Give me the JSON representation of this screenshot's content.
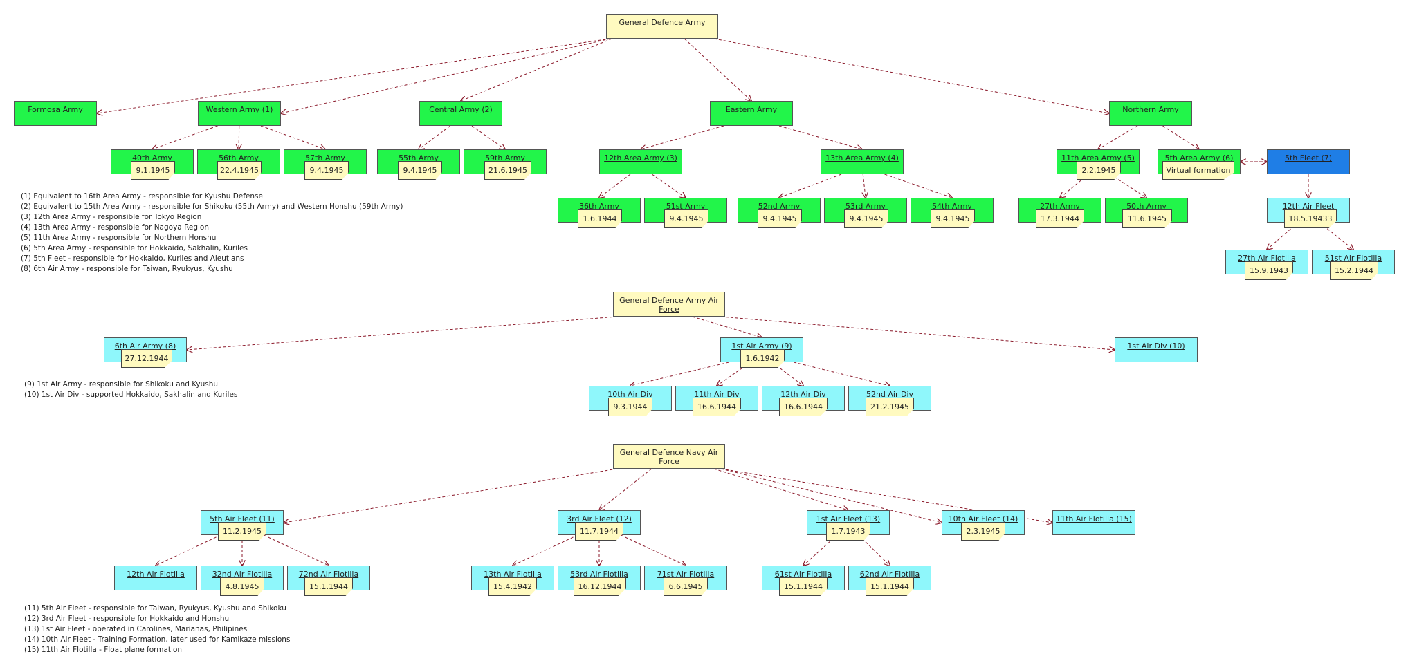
{
  "colors": {
    "army": "#22f54a",
    "air": "#8ff7fb",
    "root": "#fffac0",
    "fleet": "#1f7ee6",
    "edge": "#8b1a2b"
  },
  "nodes": {
    "gda": {
      "label": "General Defence Army"
    },
    "formosa": {
      "label": "Formosa Army"
    },
    "western": {
      "label": "Western Army (1)"
    },
    "central": {
      "label": "Central Army (2)"
    },
    "eastern": {
      "label": "Eastern Army"
    },
    "northern": {
      "label": "Northern Army"
    },
    "a40": {
      "label": "40th Army",
      "date": "9.1.1945"
    },
    "a56": {
      "label": "56th Army",
      "date": "22.4.1945"
    },
    "a57": {
      "label": "57th Army",
      "date": "9.4.1945"
    },
    "a55": {
      "label": "55th Army",
      "date": "9.4.1945"
    },
    "a59": {
      "label": "59th Army",
      "date": "21.6.1945"
    },
    "a12area": {
      "label": "12th Area Army (3)"
    },
    "a13area": {
      "label": "13th Area Army (4)"
    },
    "a11area": {
      "label": "11th Area Army (5)",
      "date": "2.2.1945"
    },
    "a5area": {
      "label": "5th Area Army (6)",
      "date": "Virtual  formation"
    },
    "fleet5": {
      "label": "5th Fleet (7)"
    },
    "a36": {
      "label": "36th Army",
      "date": "1.6.1944"
    },
    "a51": {
      "label": "51st Army",
      "date": "9.4.1945"
    },
    "a52": {
      "label": "52nd Army",
      "date": "9.4.1945"
    },
    "a53": {
      "label": "53rd Army",
      "date": "9.4.1945"
    },
    "a54": {
      "label": "54th Army",
      "date": "9.4.1945"
    },
    "a27": {
      "label": "27th Army",
      "date": "17.3.1944"
    },
    "a50": {
      "label": "50th Army",
      "date": "11.6.1945"
    },
    "af12": {
      "label": "12th Air Fleet",
      "date": "18.5.19433"
    },
    "afl27": {
      "label": "27th Air Flotilla",
      "date": "15.9.1943"
    },
    "afl51": {
      "label": "51st Air Flotilla",
      "date": "15.2.1944"
    },
    "gdaaf": {
      "label": "General Defence Army Air Force"
    },
    "aa6": {
      "label": "6th Air Army (8)",
      "date": "27.12.1944"
    },
    "aa1": {
      "label": "1st Air Army (9)",
      "date": "1.6.1942"
    },
    "ad1": {
      "label": "1st Air Div (10)"
    },
    "ad10": {
      "label": "10th Air Div",
      "date": "9.3.1944"
    },
    "ad11": {
      "label": "11th Air Div",
      "date": "16.6.1944"
    },
    "ad12": {
      "label": "12th Air Div",
      "date": "16.6.1944"
    },
    "ad52": {
      "label": "52nd Air Div",
      "date": "21.2.1945"
    },
    "gdnaf": {
      "label": "General Defence Navy Air Force"
    },
    "f5": {
      "label": "5th Air Fleet (11)",
      "date": "11.2.1945"
    },
    "f3": {
      "label": "3rd Air Fleet (12)",
      "date": "11.7.1944"
    },
    "f1": {
      "label": "1st Air Fleet (13)",
      "date": "1.7.1943"
    },
    "f10": {
      "label": "10th Air Fleet (14)",
      "date": "2.3.1945"
    },
    "fl11": {
      "label": "11th Air Flotilla (15)"
    },
    "fl12": {
      "label": "12th Air Flotilla"
    },
    "fl32": {
      "label": "32nd Air Flotilla",
      "date": "4.8.1945"
    },
    "fl72": {
      "label": "72nd Air Flotilla",
      "date": "15.1.1944"
    },
    "fl13": {
      "label": "13th Air Flotilla",
      "date": "15.4.1942"
    },
    "fl53": {
      "label": "53rd Air Flotilla",
      "date": "16.12.1944"
    },
    "fl71": {
      "label": "71st Air Flotilla",
      "date": "6.6.1945"
    },
    "fl61": {
      "label": "61st Air Flotilla",
      "date": "15.1.1944"
    },
    "fl62": {
      "label": "62nd Air Flotilla",
      "date": "15.1.1944"
    }
  },
  "edges": [
    [
      "gda",
      "formosa"
    ],
    [
      "gda",
      "western"
    ],
    [
      "gda",
      "central"
    ],
    [
      "gda",
      "eastern"
    ],
    [
      "gda",
      "northern"
    ],
    [
      "western",
      "a40"
    ],
    [
      "western",
      "a56"
    ],
    [
      "western",
      "a57"
    ],
    [
      "central",
      "a55"
    ],
    [
      "central",
      "a59"
    ],
    [
      "eastern",
      "a12area"
    ],
    [
      "eastern",
      "a13area"
    ],
    [
      "a12area",
      "a36"
    ],
    [
      "a12area",
      "a51"
    ],
    [
      "a13area",
      "a52"
    ],
    [
      "a13area",
      "a53"
    ],
    [
      "a13area",
      "a54"
    ],
    [
      "northern",
      "a11area"
    ],
    [
      "northern",
      "a5area"
    ],
    [
      "a11area",
      "a27"
    ],
    [
      "a11area",
      "a50"
    ],
    [
      "a5area",
      "fleet5"
    ],
    [
      "fleet5",
      "a5area"
    ],
    [
      "fleet5",
      "af12"
    ],
    [
      "af12",
      "afl27"
    ],
    [
      "af12",
      "afl51"
    ],
    [
      "gdaaf",
      "aa6"
    ],
    [
      "gdaaf",
      "aa1"
    ],
    [
      "gdaaf",
      "ad1"
    ],
    [
      "aa1",
      "ad10"
    ],
    [
      "aa1",
      "ad11"
    ],
    [
      "aa1",
      "ad12"
    ],
    [
      "aa1",
      "ad52"
    ],
    [
      "gdnaf",
      "f5"
    ],
    [
      "gdnaf",
      "f3"
    ],
    [
      "gdnaf",
      "f1"
    ],
    [
      "gdnaf",
      "f10"
    ],
    [
      "gdnaf",
      "fl11"
    ],
    [
      "f5",
      "fl12"
    ],
    [
      "f5",
      "fl32"
    ],
    [
      "f5",
      "fl72"
    ],
    [
      "f3",
      "fl13"
    ],
    [
      "f3",
      "fl53"
    ],
    [
      "f3",
      "fl71"
    ],
    [
      "f1",
      "fl61"
    ],
    [
      "f1",
      "fl62"
    ]
  ],
  "legend_army": [
    "(1) Equivalent to 16th Area Army - responsible for Kyushu Defense",
    "(2) Equivalent to 15th Area Army - responsible for Shikoku (55th Army) and Western Honshu (59th Army)",
    "(3) 12th Area Army - responsible for Tokyo Region",
    "(4) 13th Area Army - responsible for Nagoya Region",
    "(5) 11th Area Army - responsible for Northern Honshu",
    "(6) 5th Area Army - responsible for Hokkaido, Sakhalin, Kuriles",
    "(7) 5th Fleet - responsible for Hokkaido, Kuriles and Aleutians",
    "(8) 6th Air Army - responsible for Taiwan, Ryukyus, Kyushu"
  ],
  "legend_air": [
    "(9) 1st Air Army - responsible for Shikoku and Kyushu",
    "(10) 1st Air Div - supported Hokkaido, Sakhalin and Kuriles"
  ],
  "legend_navy": [
    "(11) 5th Air Fleet - responsible for Taiwan, Ryukyus, Kyushu and Shikoku",
    "(12) 3rd Air Fleet - responsible for Hokkaido and Honshu",
    "(13) 1st Air Fleet - operated in Carolines, Marianas, Philipines",
    "(14) 10th Air Fleet - Training Formation, later used for Kamikaze missions",
    "(15) 11th Air Flotilla - Float plane formation"
  ]
}
